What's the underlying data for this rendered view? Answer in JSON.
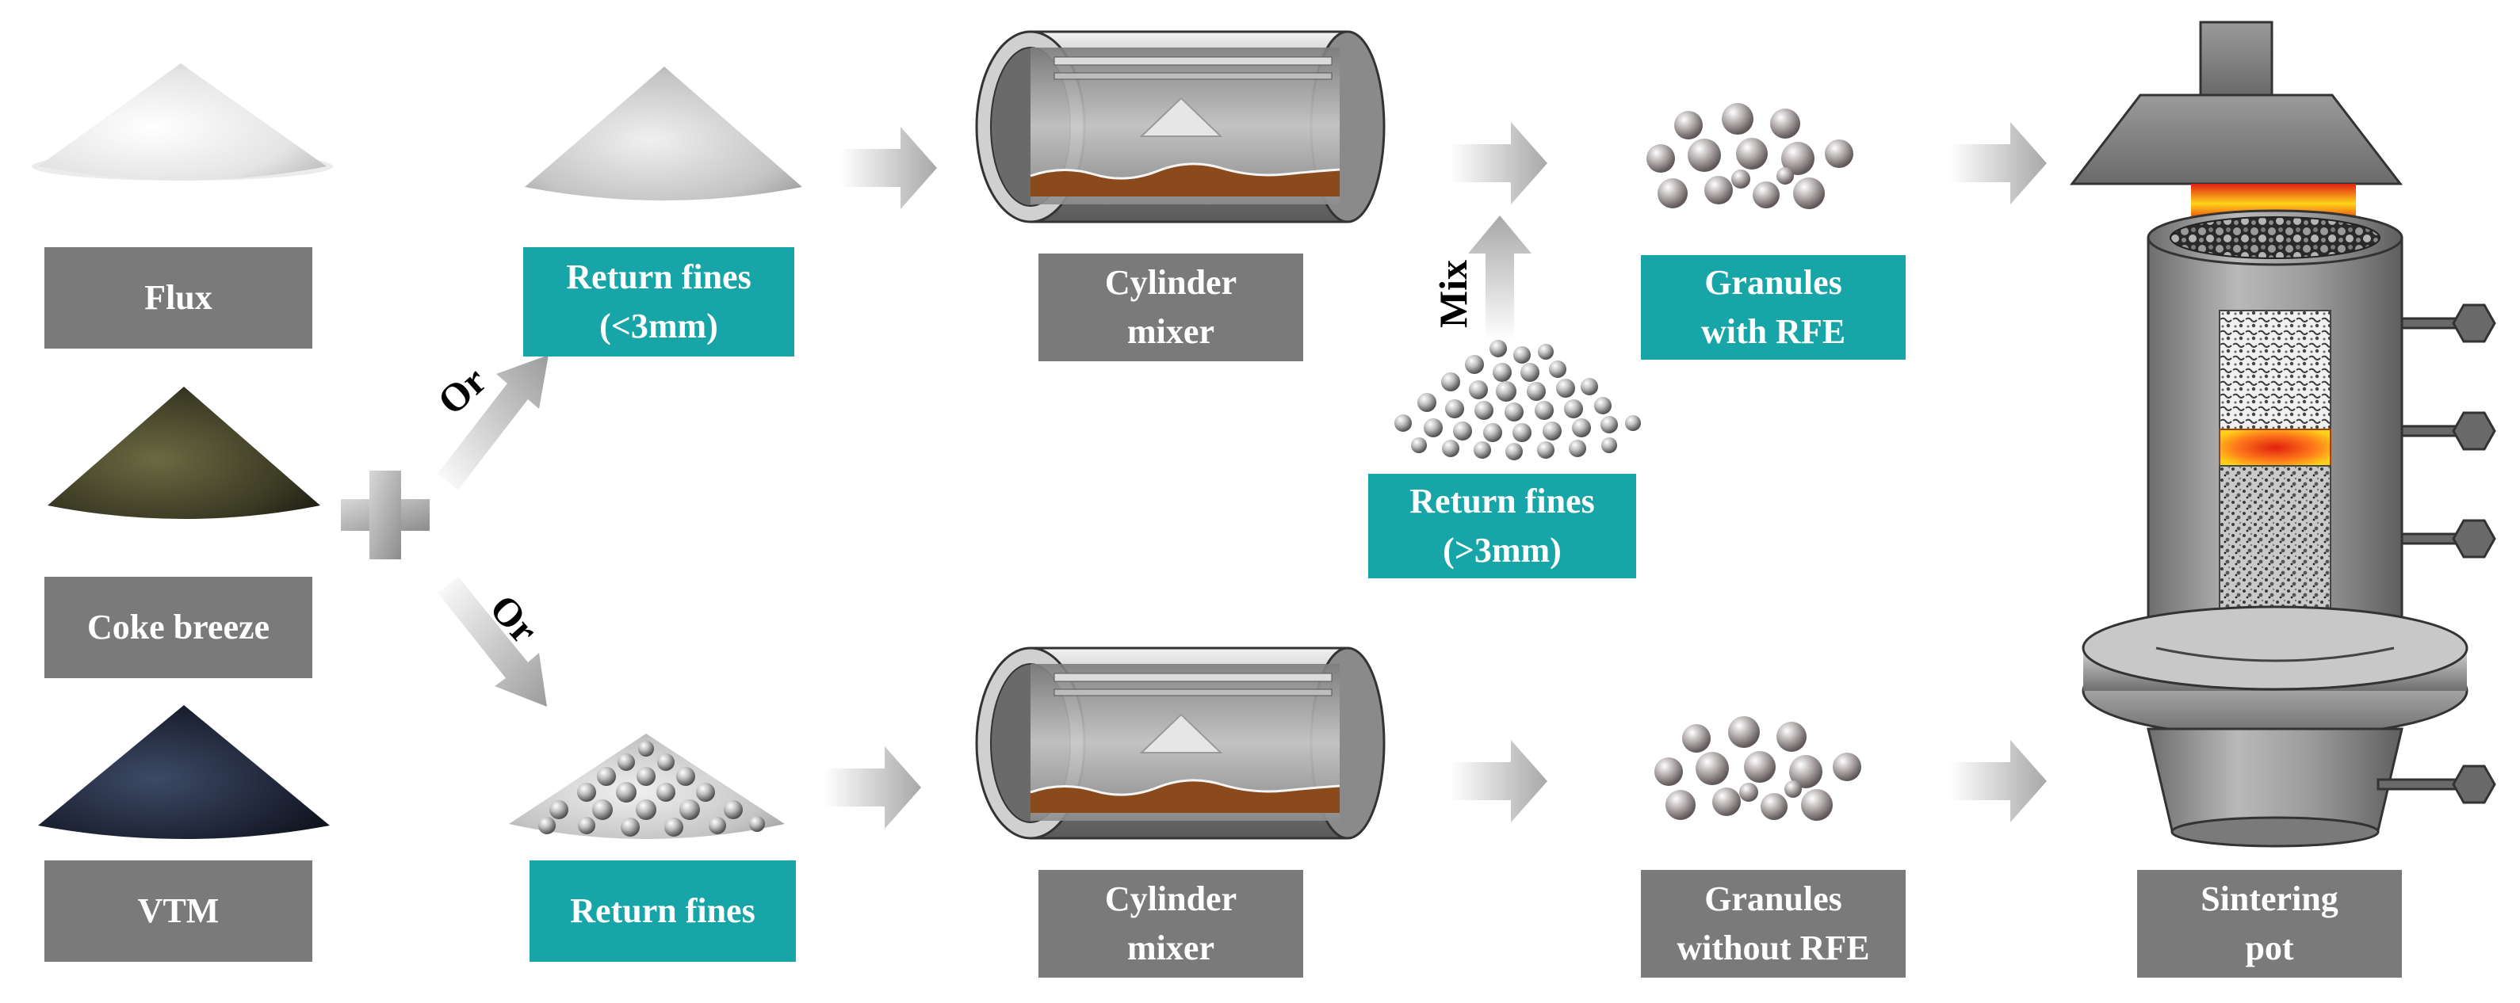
{
  "labels": {
    "flux": "Flux",
    "coke_breeze": "Coke breeze",
    "vtm": "VTM",
    "return_fines_lt3_line1": "Return fines",
    "return_fines_lt3_line2": "(<3mm)",
    "return_fines": "Return fines",
    "cylinder_mixer_top_line1": "Cylinder",
    "cylinder_mixer_top_line2": "mixer",
    "cylinder_mixer_bottom_line1": "Cylinder",
    "cylinder_mixer_bottom_line2": "mixer",
    "return_fines_gt3_line1": "Return fines",
    "return_fines_gt3_line2": "(>3mm)",
    "granules_with_rfe_line1": "Granules",
    "granules_with_rfe_line2": "with RFE",
    "granules_without_rfe_line1": "Granules",
    "granules_without_rfe_line2": "without RFE",
    "sintering_pot_line1": "Sintering",
    "sintering_pot_line2": "pot"
  },
  "annotations": {
    "or_upper": "Or",
    "or_lower": "Or",
    "mix": "Mix"
  },
  "colors": {
    "label_gray": "#7a7a7a",
    "label_teal": "#17a5a8",
    "flux_powder": "#e6e6e6",
    "coke_powder": "#3b3a24",
    "vtm_powder": "#1c2233",
    "return_fines_powder": "#bdbdbd",
    "mixer_body": "#8a8a8a",
    "mixer_material": "#8b4a1c",
    "heat_hot": "#ffd21a",
    "heat_red": "#e02010"
  }
}
